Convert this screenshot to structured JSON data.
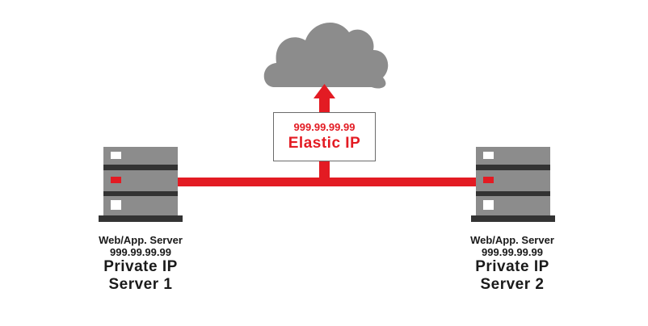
{
  "colors": {
    "link": "#e31b23",
    "cloud": "#8c8c8c",
    "server_body": "#8c8c8c",
    "server_dark": "#333333",
    "indicator_white": "#ffffff",
    "indicator_red": "#e31b23",
    "box_border": "#6b6b6b"
  },
  "elastic": {
    "ip": "999.99.99.99",
    "label": "Elastic IP"
  },
  "servers": [
    {
      "role": "Web/App. Server",
      "ip": "999.99.99.99",
      "ip_label": "Private IP",
      "name": "Server 1"
    },
    {
      "role": "Web/App. Server",
      "ip": "999.99.99.99",
      "ip_label": "Private IP",
      "name": "Server 2"
    }
  ]
}
